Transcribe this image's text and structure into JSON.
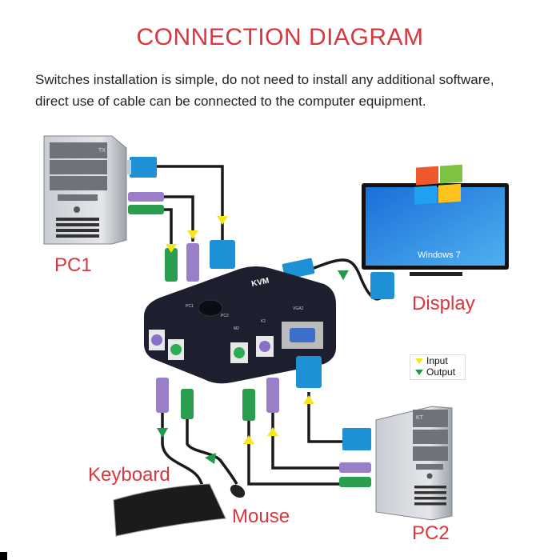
{
  "title": "CONNECTION DIAGRAM",
  "description": [
    "Switches installation is simple, do not need to install any additional software,",
    "direct use of cable can be connected to the computer equipment."
  ],
  "labels": {
    "pc1": "PC1",
    "pc2": "PC2",
    "display": "Display",
    "keyboard": "Keyboard",
    "mouse": "Mouse"
  },
  "legend": {
    "input": {
      "label": "Input",
      "color": "#f5e61e"
    },
    "output": {
      "label": "Output",
      "color": "#1f9a4a"
    }
  },
  "tower_badges": {
    "pc1": "TX",
    "pc2": "KT"
  },
  "kvm": {
    "brand": "KVM",
    "port_labels": [
      "PC1",
      "PC2",
      "M2",
      "K2",
      "VGA2"
    ]
  },
  "monitor": {
    "os_text": "Windows 7"
  },
  "colors": {
    "title_red": "#d9363e",
    "vga_blue": "#1e90d6",
    "ps2_purple": "#9a7ec8",
    "ps2_green": "#2a9d4e",
    "cable": "#1a1a1a",
    "kvm_body": "#1d1f2e"
  }
}
